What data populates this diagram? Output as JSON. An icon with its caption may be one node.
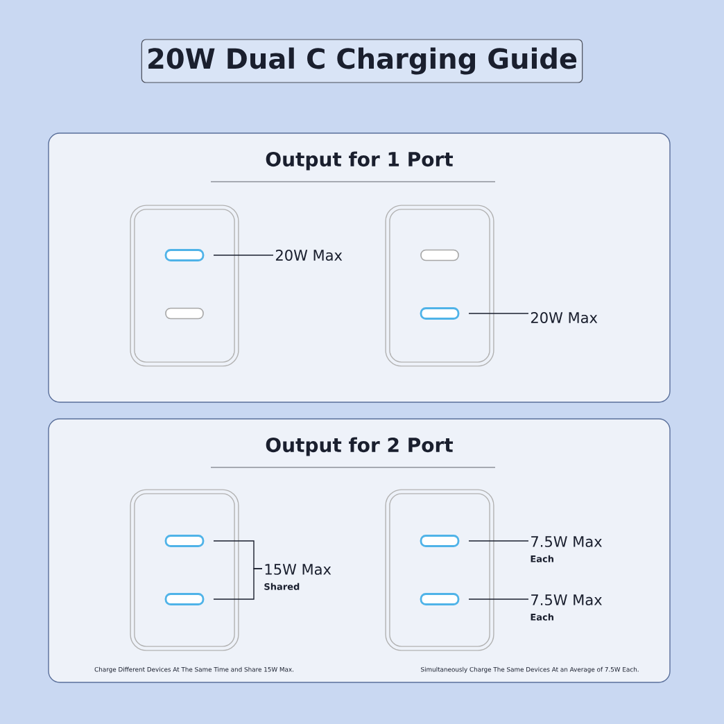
{
  "diagram": {
    "title": "20W Dual C Charging Guide",
    "nodes": [
      {
        "text": [
          "Output for 1 Port"
        ]
      },
      {
        "text": [],
        "shape": "box",
        "in": 0
      },
      {
        "text": [],
        "shape": "box",
        "in": 1
      },
      {
        "text": [],
        "shape": "box",
        "in": 1
      },
      {
        "text": [
          "20W Max"
        ],
        "in": 0
      },
      {
        "text": [],
        "shape": "box",
        "in": 0
      },
      {
        "text": [],
        "shape": "box",
        "in": 5
      },
      {
        "text": [],
        "shape": "box",
        "in": 5
      },
      {
        "text": [
          "20W Max"
        ],
        "in": 0
      },
      {
        "text": [
          "Output for 2 Port"
        ]
      },
      {
        "text": [],
        "shape": "box",
        "in": 9
      },
      {
        "text": [],
        "shape": "box",
        "in": 10
      },
      {
        "text": [],
        "shape": "box",
        "in": 10
      },
      {
        "text": [
          "15W Max",
          "Shared"
        ],
        "in": 9
      },
      {
        "text": [],
        "shape": "box",
        "in": 9
      },
      {
        "text": [],
        "shape": "box",
        "in": 14
      },
      {
        "text": [],
        "shape": "box",
        "in": 14
      },
      {
        "text": [
          "7.5W Max",
          "Each"
        ],
        "in": 9
      },
      {
        "text": [
          "7.5W Max",
          "Each"
        ],
        "in": 9
      }
    ],
    "edges": [
      {
        "from": 2,
        "to": 4,
        "arrow": "none"
      },
      {
        "from": 7,
        "to": 8,
        "arrow": "none"
      },
      {
        "from": 11,
        "to": 13,
        "arrow": "none"
      },
      {
        "from": 12,
        "to": 13,
        "arrow": "none"
      },
      {
        "from": 15,
        "to": 17,
        "arrow": "none"
      },
      {
        "from": 16,
        "to": 18,
        "arrow": "none"
      }
    ],
    "labels": [
      "Charge Different Devices At The Same Time and Share 15W Max.",
      "Simultaneously Charge The Same Devices At an Average of 7.5W Each."
    ]
  }
}
